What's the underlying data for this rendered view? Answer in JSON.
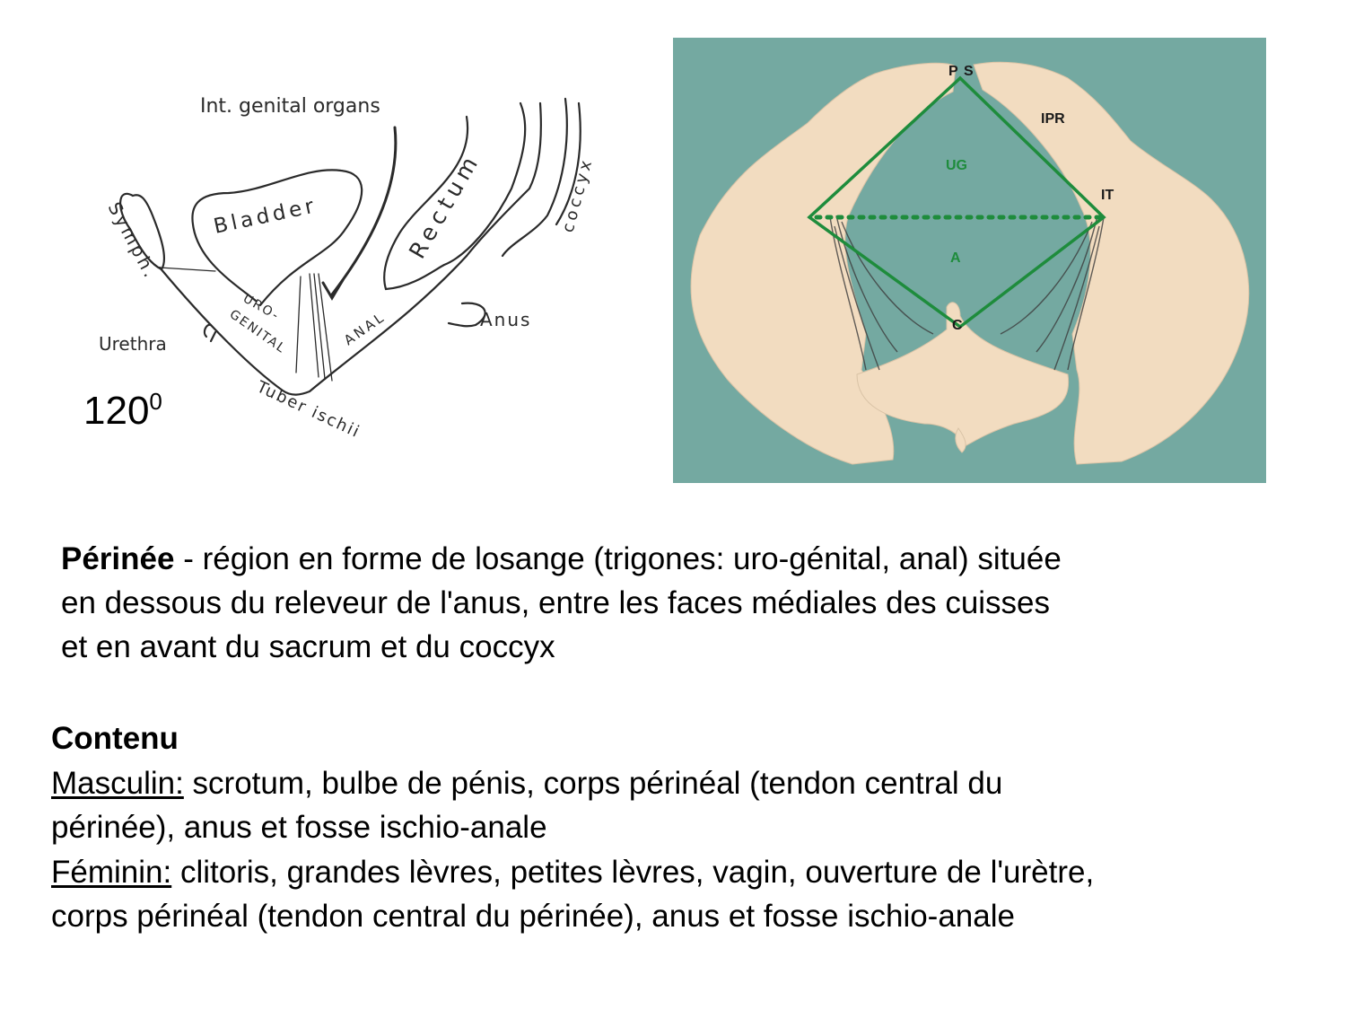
{
  "sketch": {
    "angle": "120",
    "angle_superscript": "0",
    "labels": {
      "int_genital_organs": "Int. genital organs",
      "bladder": "Bladder",
      "rectum": "Rectum",
      "coccyx": "coccyx",
      "symph": "Symph.",
      "urethra": "Urethra",
      "uro": "URO-",
      "genital": "GENITAL",
      "anal": "ANAL",
      "anus": "Anus",
      "tuber_ischii": "Tuber ischii"
    }
  },
  "photo": {
    "background_color": "#74a9a1",
    "bone_color": "#f2dcc0",
    "diamond_color": "#1e8c3c",
    "labels": {
      "p": "P",
      "s": "S",
      "ipr": "IPR",
      "ug": "UG",
      "it": "IT",
      "a": "A",
      "c": "C"
    }
  },
  "definition": {
    "term": "Périnée",
    "text": " - région en forme de losange (trigones: uro-génital, anal) située",
    "line2": "en dessous du releveur de l'anus, entre les faces médiales des cuisses",
    "line3": "et en avant du sacrum et du coccyx"
  },
  "contents": {
    "heading": "Contenu",
    "masculin_label": "Masculin:",
    "masculin_text": " scrotum, bulbe de pénis, corps périnéal (tendon central du",
    "masculin_text2": "périnée), anus et fosse ischio-anale",
    "feminin_label": "Féminin:",
    "feminin_text": " clitoris, grandes lèvres, petites lèvres, vagin, ouverture de l'urètre,",
    "feminin_text2": "corps périnéal (tendon central du périnée), anus et fosse ischio-anale"
  }
}
